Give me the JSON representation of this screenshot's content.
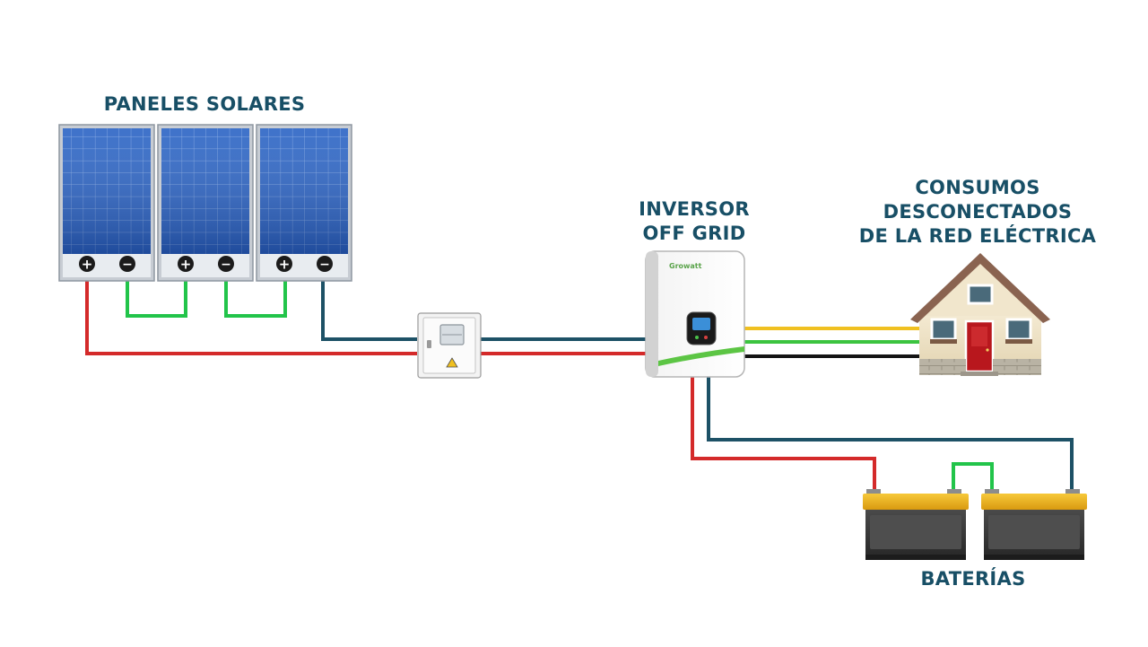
{
  "labels": {
    "solar_panels": "PANELES SOLARES",
    "inverter_line1": "INVERSOR",
    "inverter_line2": "OFF GRID",
    "loads_line1": "CONSUMOS",
    "loads_line2": "DESCONECTADOS",
    "loads_line3": "DE LA RED ELÉCTRICA",
    "batteries": "BATERÍAS"
  },
  "inverter_brand": "Growatt",
  "terminals": {
    "positive": "+",
    "negative": "−"
  },
  "colors": {
    "label_text": "#184f66",
    "wire_positive": "#d42a2a",
    "wire_negative": "#1d5166",
    "wire_series_link": "#22c44a",
    "ac_line_yellow": "#f0c020",
    "ac_line_green": "#3cc440",
    "ac_line_black": "#141414",
    "panel_cell": "#2358b8",
    "battery_top": "#f2b418",
    "battery_body": "#3a3a3a",
    "house_door": "#b8171d",
    "house_roof": "#8a6350"
  }
}
